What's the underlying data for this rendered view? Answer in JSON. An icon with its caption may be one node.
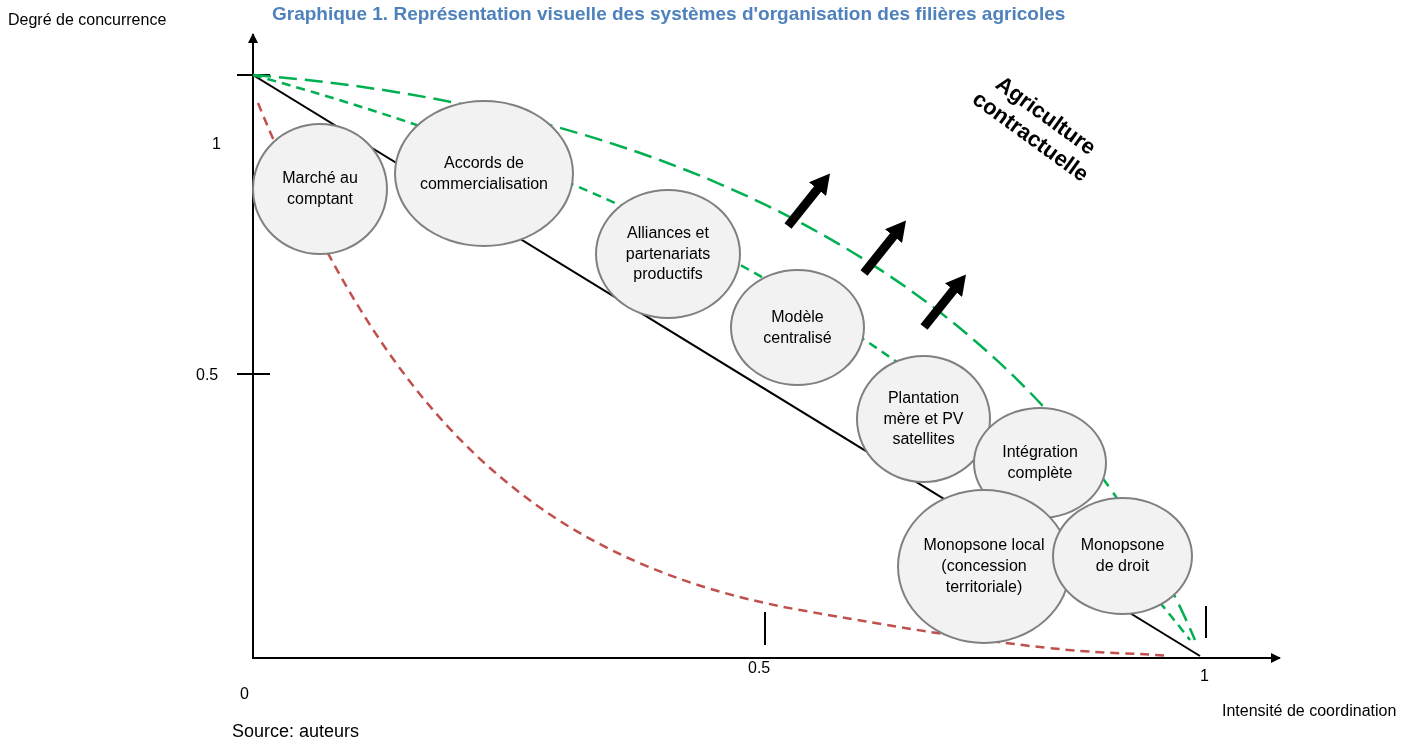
{
  "diagram": {
    "title": "Graphique 1. Représentation visuelle des systèmes d'organisation des filières agricoles",
    "nodes": [
      {
        "text": [
          "Marché au comptant"
        ]
      },
      {
        "text": [
          "Accords de commercialisation"
        ]
      },
      {
        "text": [
          "Alliances et partenariats productifs"
        ]
      },
      {
        "text": [
          "Modèle centralisé"
        ]
      },
      {
        "text": [
          "Plantation mère et PV satellites"
        ]
      },
      {
        "text": [
          "Intégration complète"
        ]
      },
      {
        "text": [
          "Monopsone local (concession territoriale)"
        ]
      },
      {
        "text": [
          "Monopsone de droit"
        ]
      }
    ],
    "labels": [
      "Degré de concurrence",
      "1",
      "0.5",
      "Agriculture contractuelle",
      "0",
      "0.5",
      "1",
      "Intensité de coordination"
    ],
    "caption": "Source: auteurs"
  }
}
